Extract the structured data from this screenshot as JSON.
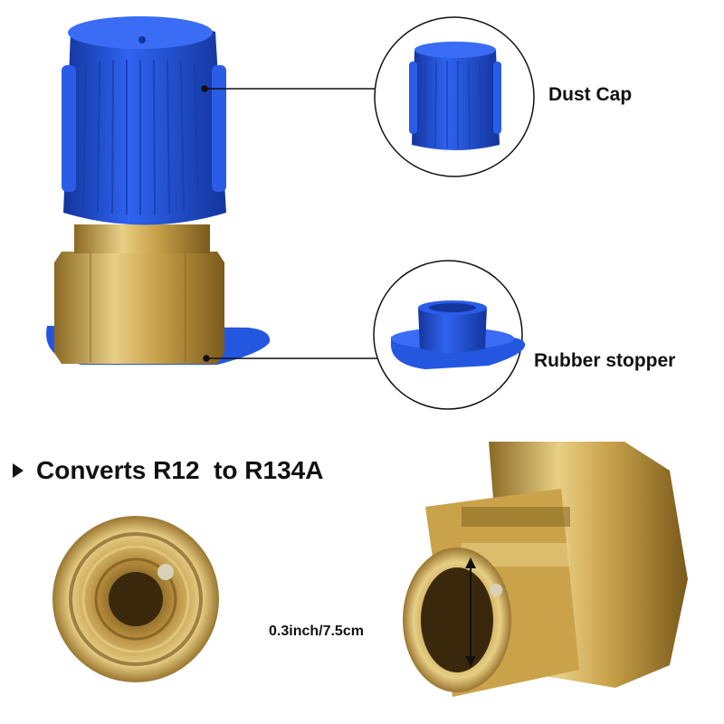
{
  "labels": {
    "dust_cap": "Dust Cap",
    "rubber_stopper": "Rubber stopper",
    "headline": "Converts R12  to R134A",
    "dimension": "0.3inch/7.5cm"
  },
  "colors": {
    "cap_blue": "#1f4fd6",
    "cap_blue_dark": "#13359c",
    "brass": "#c9a24a",
    "brass_light": "#e8cf86",
    "brass_dark": "#8a6a24",
    "text": "#111111"
  },
  "icons": {
    "bullet": "triangle-right-icon"
  }
}
